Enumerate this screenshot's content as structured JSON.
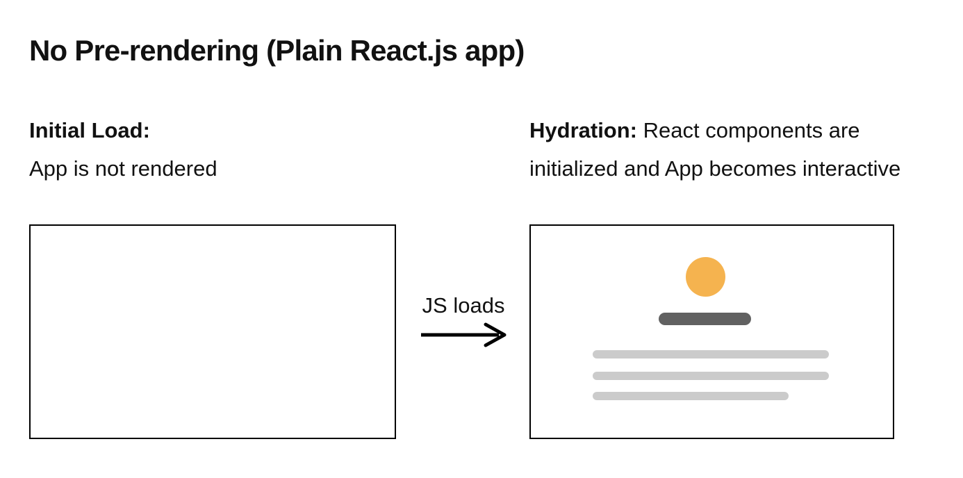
{
  "page": {
    "title": "No Pre-rendering (Plain React.js app)"
  },
  "left_panel": {
    "label_bold": "Initial Load:",
    "label_text": "App is not rendered",
    "content": "empty"
  },
  "arrow": {
    "label": "JS loads",
    "direction": "right"
  },
  "right_panel": {
    "label_bold": "Hydration:",
    "label_text": "React components are initialized and App becomes interactive",
    "skeleton": {
      "avatar": "orange-circle",
      "heading": "dark-rounded-bar",
      "text_line_count": 3
    }
  },
  "colors": {
    "text": "#111111",
    "panel_border": "#000000",
    "avatar_orange": "#F5B34F",
    "heading_bar_gray": "#616161",
    "text_line_gray": "#CBCBCB",
    "background": "#FFFFFF"
  }
}
